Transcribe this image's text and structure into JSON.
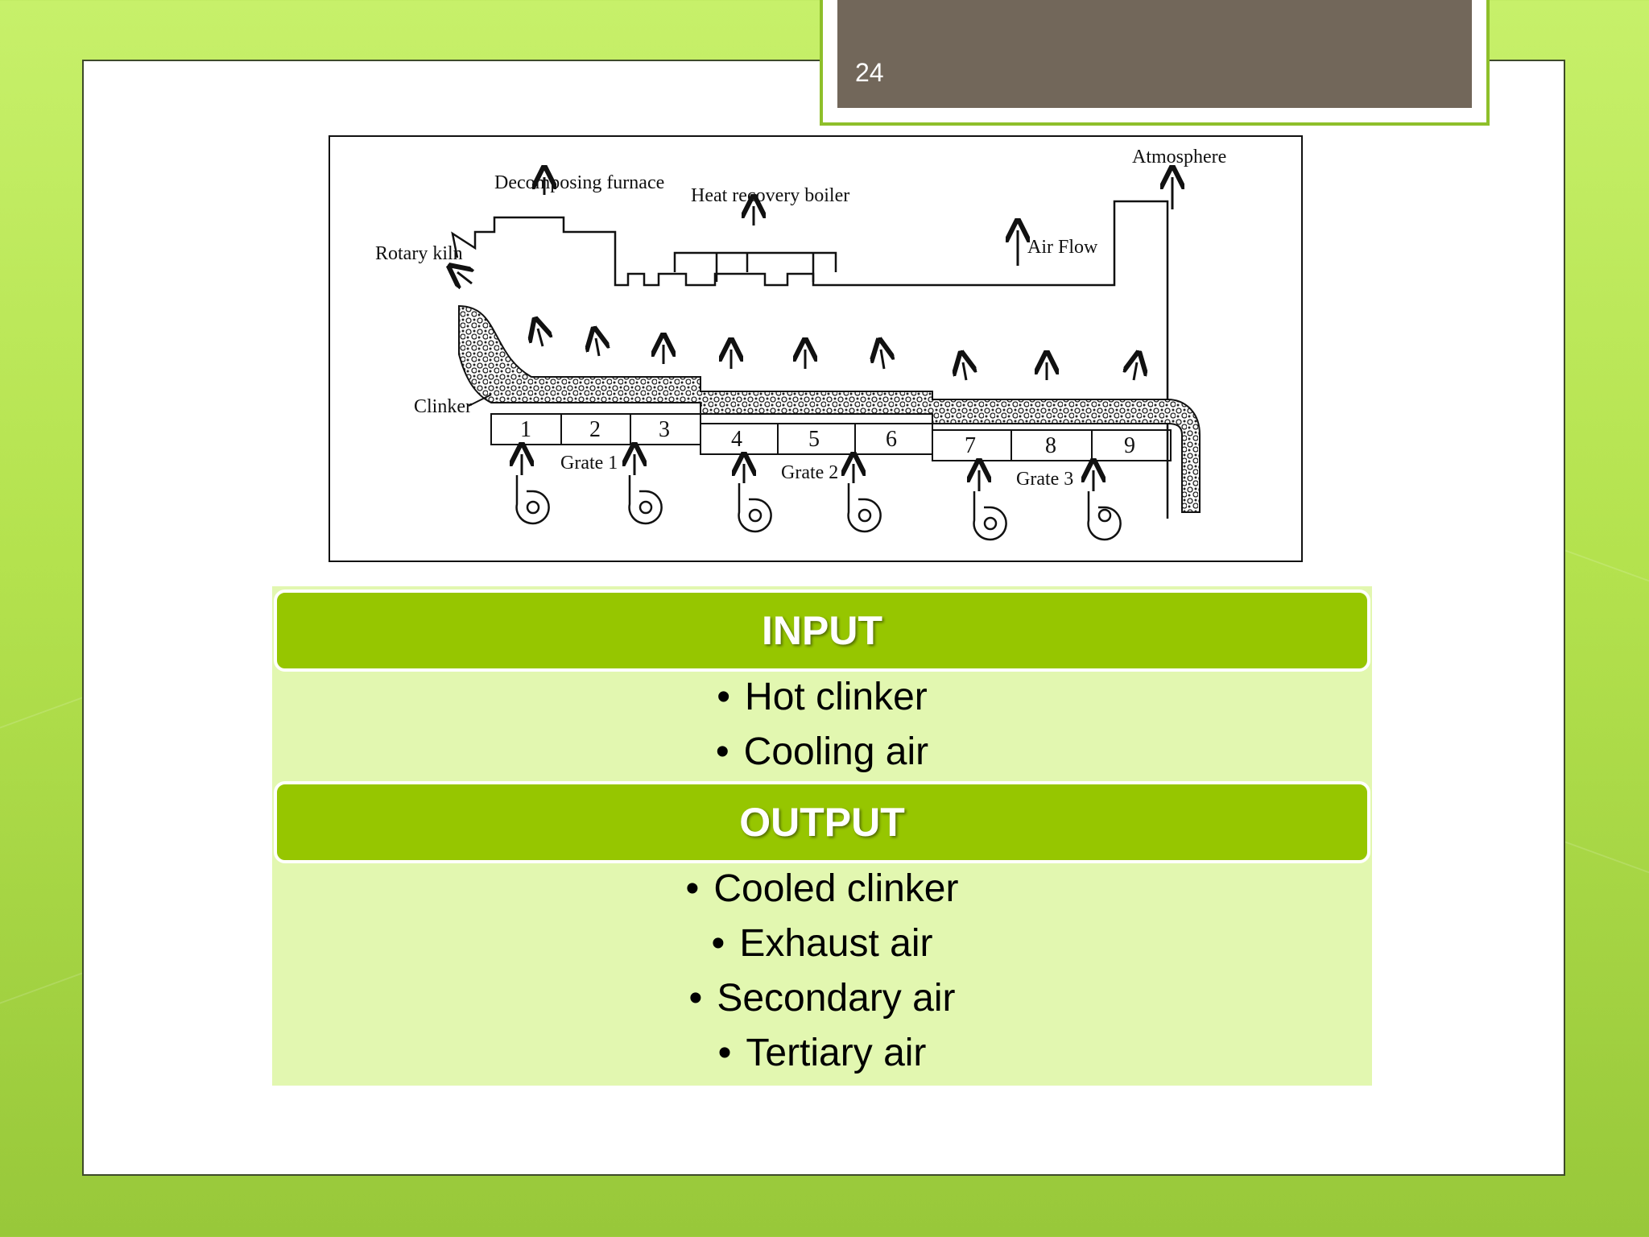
{
  "slide": {
    "number": "24"
  },
  "diagram": {
    "labels": {
      "atmosphere": "Atmosphere",
      "decomposing_furnace": "Decomposing furnace",
      "heat_recovery_boiler": "Heat recovery boiler",
      "rotary_kiln": "Rotary kiln",
      "air_flow": "Air Flow",
      "clinker": "Clinker",
      "grate1": "Grate 1",
      "grate2": "Grate 2",
      "grate3": "Grate 3"
    },
    "chambers": [
      "1",
      "2",
      "3",
      "4",
      "5",
      "6",
      "7",
      "8",
      "9"
    ]
  },
  "table": {
    "input_header": "INPUT",
    "input_items": [
      "Hot clinker",
      "Cooling air"
    ],
    "output_header": "OUTPUT",
    "output_items": [
      "Cooled clinker",
      "Exhaust air",
      "Secondary air",
      "Tertiary air"
    ],
    "bullet": "•"
  },
  "colors": {
    "background_green": "#b4e24e",
    "header_green": "#96c600",
    "row_fill": "#e2f7b0",
    "number_box": "#72675a"
  }
}
